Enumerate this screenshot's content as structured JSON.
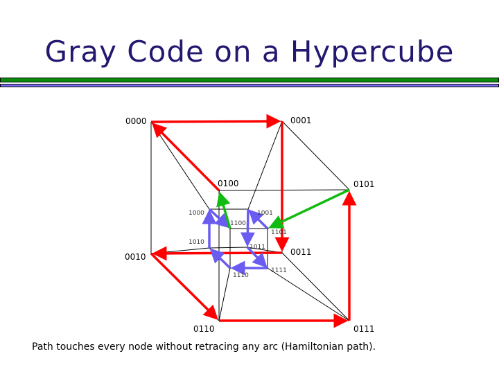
{
  "title": "Gray Code on a Hypercube",
  "caption": "Path touches every node without retracing any arc (Hamiltonian path).",
  "colors": {
    "title": "#231870",
    "outer_path": "#ff0000",
    "bridge_path": "#11bb11",
    "inner_path": "#6a5cf0",
    "edge": "#000000"
  },
  "nodes": [
    "0000",
    "0001",
    "0010",
    "0011",
    "0100",
    "0101",
    "0110",
    "0111",
    "1000",
    "1001",
    "1010",
    "1011",
    "1100",
    "1101",
    "1110",
    "1111"
  ],
  "edges": [
    [
      "0000",
      "0001"
    ],
    [
      "0000",
      "0010"
    ],
    [
      "0001",
      "0011"
    ],
    [
      "0010",
      "0011"
    ],
    [
      "0100",
      "0101"
    ],
    [
      "0100",
      "0110"
    ],
    [
      "0101",
      "0111"
    ],
    [
      "0110",
      "0111"
    ],
    [
      "0000",
      "0100"
    ],
    [
      "0001",
      "0101"
    ],
    [
      "0010",
      "0110"
    ],
    [
      "0011",
      "0111"
    ],
    [
      "1000",
      "1001"
    ],
    [
      "1000",
      "1010"
    ],
    [
      "1001",
      "1011"
    ],
    [
      "1010",
      "1011"
    ],
    [
      "1100",
      "1101"
    ],
    [
      "1100",
      "1110"
    ],
    [
      "1101",
      "1111"
    ],
    [
      "1110",
      "1111"
    ],
    [
      "1000",
      "1100"
    ],
    [
      "1001",
      "1101"
    ],
    [
      "1010",
      "1110"
    ],
    [
      "1011",
      "1111"
    ],
    [
      "0000",
      "1000"
    ],
    [
      "0001",
      "1001"
    ],
    [
      "0010",
      "1010"
    ],
    [
      "0011",
      "1011"
    ],
    [
      "0100",
      "1100"
    ],
    [
      "0101",
      "1101"
    ],
    [
      "0110",
      "1110"
    ],
    [
      "0111",
      "1111"
    ]
  ],
  "path": [
    "0000",
    "0001",
    "0011",
    "0010",
    "0110",
    "0111",
    "0101",
    "1101",
    "1001",
    "1011",
    "1111",
    "1110",
    "1010",
    "1000",
    "1100",
    "0100",
    "0000"
  ]
}
